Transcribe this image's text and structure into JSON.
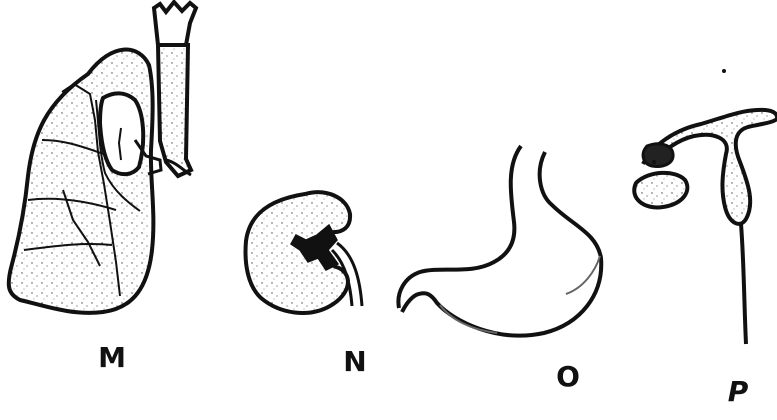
{
  "figures": [
    {
      "name": "lung",
      "label": "M"
    },
    {
      "name": "kidney",
      "label": "N"
    },
    {
      "name": "stomach",
      "label": "O"
    },
    {
      "name": "reproductive-organ",
      "label": "P"
    }
  ]
}
